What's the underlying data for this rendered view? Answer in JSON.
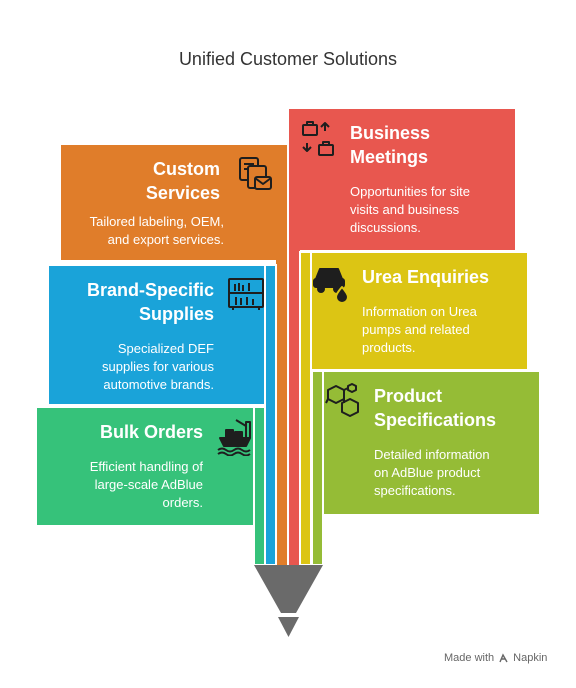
{
  "title": "Unified Customer Solutions",
  "colors": {
    "orange": "#e07d2a",
    "blue": "#1aa3d9",
    "green": "#36c27a",
    "red": "#e8574f",
    "yellow": "#dcc514",
    "lime": "#95bc36",
    "funnel": "#6a6a6a"
  },
  "cards": {
    "custom": {
      "title": [
        "Custom",
        "Services"
      ],
      "desc": [
        "Tailored labeling, OEM,",
        "and export services."
      ],
      "icon": "documents-icon"
    },
    "brand": {
      "title": [
        "Brand-Specific",
        "Supplies"
      ],
      "desc": [
        "Specialized DEF",
        "supplies for various",
        "automotive brands."
      ],
      "icon": "shelves-icon"
    },
    "bulk": {
      "title": [
        "Bulk Orders"
      ],
      "desc": [
        "Efficient handling of",
        "large-scale AdBlue",
        "orders."
      ],
      "icon": "cargo-ship-icon"
    },
    "business": {
      "title": [
        "Business",
        "Meetings"
      ],
      "desc": [
        "Opportunities for site",
        "visits and business",
        "discussions."
      ],
      "icon": "briefcase-exchange-icon"
    },
    "urea": {
      "title": [
        "Urea Enquiries"
      ],
      "desc": [
        "Information on Urea",
        "pumps and related",
        "products."
      ],
      "icon": "car-oil-drop-icon"
    },
    "product": {
      "title": [
        "Product",
        "Specifications"
      ],
      "desc": [
        "Detailed information",
        "on AdBlue product",
        "specifications."
      ],
      "icon": "molecule-icon"
    }
  },
  "footer": {
    "made_with": "Made with",
    "brand": "Napkin",
    "icon": "napkin-logo-icon"
  }
}
